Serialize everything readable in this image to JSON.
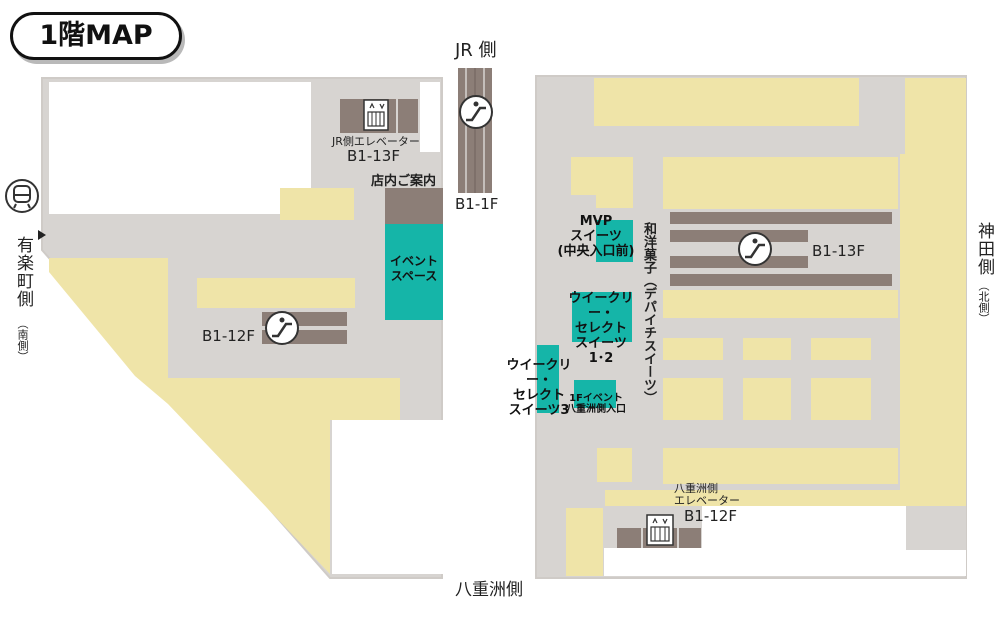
{
  "title": "1階MAP",
  "colors": {
    "floor": "#d7d4d1",
    "shop": "#efe4a8",
    "event": "#15b5a8",
    "escalator_band": "#8c7e77",
    "edge": "#cfcbc7"
  },
  "directions": {
    "jr": "JR 側",
    "kanda": "神田側",
    "kanda_sub": "（北側）",
    "yurakucho": "有楽町側",
    "yurakucho_sub": "（南側）",
    "yaesu": "八重洲側"
  },
  "labels": {
    "jr_elevator": "JR側エレベーター",
    "jr_elevator_floors": "B1-13F",
    "info": "店内ご案内",
    "event_space": "イベント\nスペース",
    "left_escalator_floors": "B1-12F",
    "center_escalator_floors": "B1-1F",
    "right_escalator_floors": "B1-13F",
    "mvp": "MVP\nスイーツ\n(中央入口前)",
    "wakashi": "和洋菓子（デパイチスイーツ）",
    "weekly12": "ウイークリー・\nセレクト\nスイーツ\n1･2",
    "weekly3": "ウイークリー・\nセレクト\nスイーツ3",
    "event1f": "1Fイベント\n八重洲側入口",
    "yaesu_elevator": "八重洲側\nエレベーター",
    "yaesu_elevator_floors": "B1-12F"
  },
  "icons": [
    "train-icon",
    "escalator-icon",
    "elevator-icon",
    "entrance-arrow-icon"
  ]
}
